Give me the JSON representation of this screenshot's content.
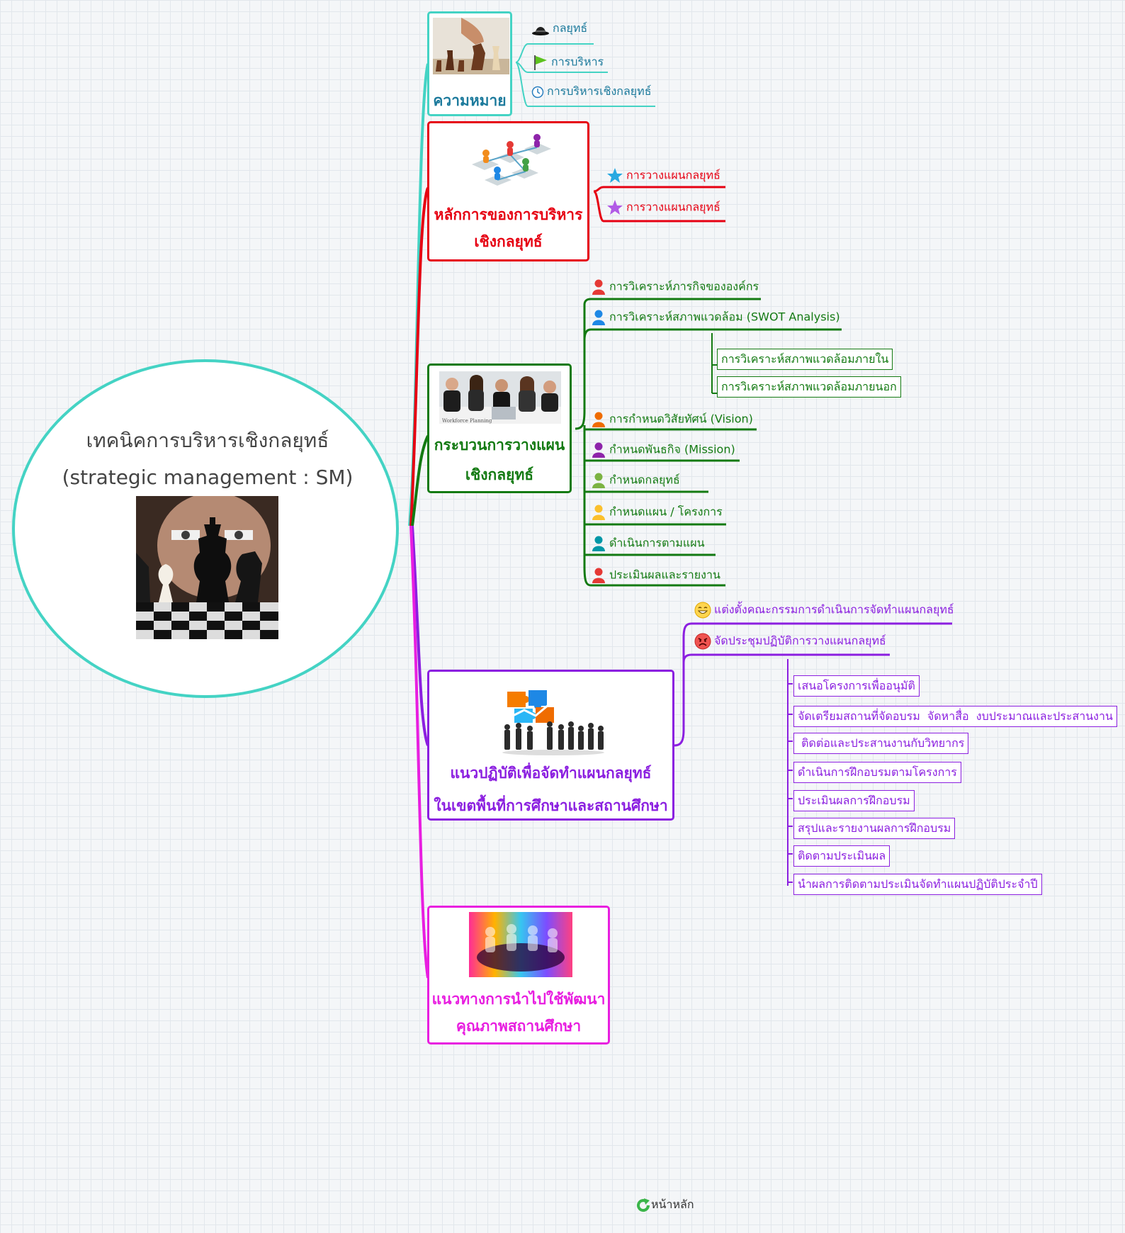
{
  "center": {
    "title_line1": "เทคนิคการบริหารเชิงกลยุทธ์",
    "title_line2": "(strategic management : SM)",
    "image_icon": "chess-king-image"
  },
  "colors": {
    "teal": "#44d3c4",
    "red": "#e60012",
    "green": "#137a12",
    "purple": "#8b1fe0",
    "magenta": "#e81ee0"
  },
  "topics": [
    {
      "label": "ความหมาย",
      "image_icon": "chess-hand-image",
      "children": [
        {
          "label": "กลยุทธ์",
          "icon": "bowler-hat-icon"
        },
        {
          "label": "การบริหาร",
          "icon": "green-flag-icon"
        },
        {
          "label": "การบริหารเชิงกลยุทธ์",
          "icon": "clock-icon"
        }
      ]
    },
    {
      "label_line1": "หลักการของการบริหาร",
      "label_line2": "เชิงกลยุทธ์",
      "image_icon": "network-people-image",
      "children": [
        {
          "label": "การวางแผนกลยุทธ์",
          "icon": "blue-star-icon"
        },
        {
          "label": "การวางแผนกลยุทธ์",
          "icon": "purple-star-icon"
        }
      ]
    },
    {
      "label_line1": "กระบวนการวางแผน",
      "label_line2": "เชิงกลยุทธ์",
      "image_icon": "business-meeting-image",
      "image_caption": "Workforce Planning",
      "children": [
        {
          "label": "การวิเคราะห์ภารกิจขององค์กร",
          "icon": "person-red-icon"
        },
        {
          "label": "การวิเคราะห์สภาพแวดล้อม (SWOT Analysis)",
          "icon": "person-blue-icon",
          "children": [
            {
              "label": "การวิเคราะห์สภาพแวดล้อมภายใน"
            },
            {
              "label": "การวิเคราะห์สภาพแวดล้อมภายนอก"
            }
          ]
        },
        {
          "label": "การกำหนดวิสัยทัศน์ (Vision)",
          "icon": "person-orange-icon"
        },
        {
          "label": "กำหนดพันธกิจ (Mission)",
          "icon": "person-purple-icon"
        },
        {
          "label": "กำหนดกลยุทธ์",
          "icon": "person-green-icon"
        },
        {
          "label": "กำหนดแผน / โครงการ",
          "icon": "person-yellow-icon"
        },
        {
          "label": "ดำเนินการตามแผน",
          "icon": "person-cyan-icon"
        },
        {
          "label": "ประเมินผลและรายงาน",
          "icon": "person-red-icon"
        }
      ]
    },
    {
      "label_line1": "แนวปฏิบัติเพื่อจัดทำแผนกลยุทธ์",
      "label_line2": "ในเขตพื้นที่การศึกษาและสถานศึกษา",
      "image_icon": "puzzle-team-image",
      "children": [
        {
          "label": "แต่งตั้งคณะกรรมการดำเนินการจัดทำแผนกลยุทธ์",
          "icon": "grin-face-icon"
        },
        {
          "label": "จัดประชุมปฏิบัติการวางแผนกลยุทธ์",
          "icon": "angry-face-icon",
          "children": [
            {
              "label": "เสนอโครงการเพื่ออนุมัติ"
            },
            {
              "label": "จัดเตรียมสถานที่จัดอบรม  จัดหาสื่อ  งบประมาณและประสานงาน"
            },
            {
              "label": " ติดต่อและประสานงานกับวิทยากร"
            },
            {
              "label": "ดำเนินการฝึกอบรมตามโครงการ"
            },
            {
              "label": "ประเมินผลการฝึกอบรม"
            },
            {
              "label": "สรุปและรายงานผลการฝึกอบรม"
            },
            {
              "label": "ติดตามประเมินผล"
            },
            {
              "label": "นำผลการติดตามประเมินจัดทำแผนปฏิบัติประจำปี"
            }
          ]
        }
      ]
    },
    {
      "label_line1": "แนวทางการนำไปใช้พัฒนา",
      "label_line2": "คุณภาพสถานศึกษา",
      "image_icon": "colorful-crowd-image"
    }
  ],
  "footer": {
    "home_label": "หน้าหลัก",
    "home_icon": "refresh-arrow-icon"
  }
}
